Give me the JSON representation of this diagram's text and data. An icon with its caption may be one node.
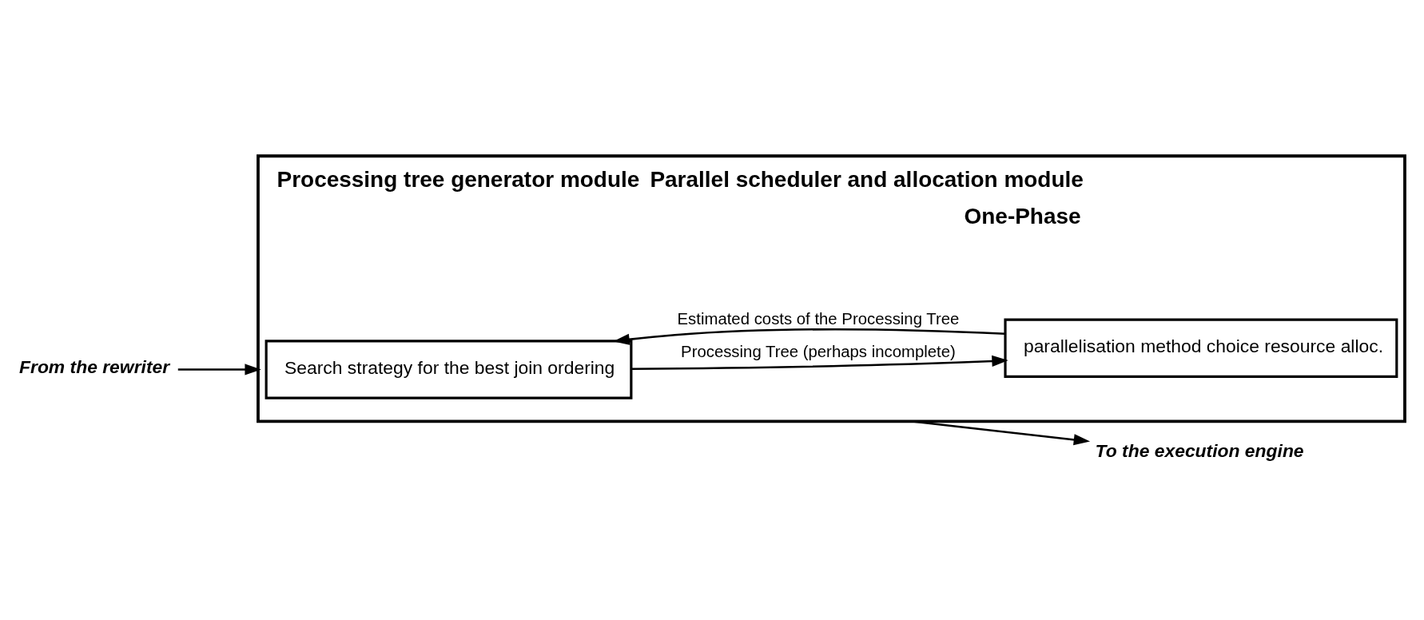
{
  "diagram": {
    "nodes": [
      {
        "text": [
          "Processing tree generator module",
          "Parallel scheduler and allocation module",
          "One-Phase"
        ]
      },
      {
        "text": [
          "Search strategy for the best join ordering"
        ],
        "in": 0
      },
      {
        "text": [
          "parallelisation method choice resource alloc."
        ],
        "in": 0
      },
      {
        "text": [
          "From the rewriter"
        ]
      },
      {
        "text": [
          "To the execution engine"
        ]
      }
    ],
    "edges": [
      {
        "from": 3,
        "to": 0,
        "arrow": "to"
      },
      {
        "from": 1,
        "to": 2,
        "arrow": "to",
        "label": "Processing Tree (perhaps incomplete)"
      },
      {
        "from": 2,
        "to": 1,
        "arrow": "to",
        "label": "Estimated costs of the Processing Tree"
      },
      {
        "from": 0,
        "to": 4,
        "arrow": "to"
      }
    ]
  }
}
